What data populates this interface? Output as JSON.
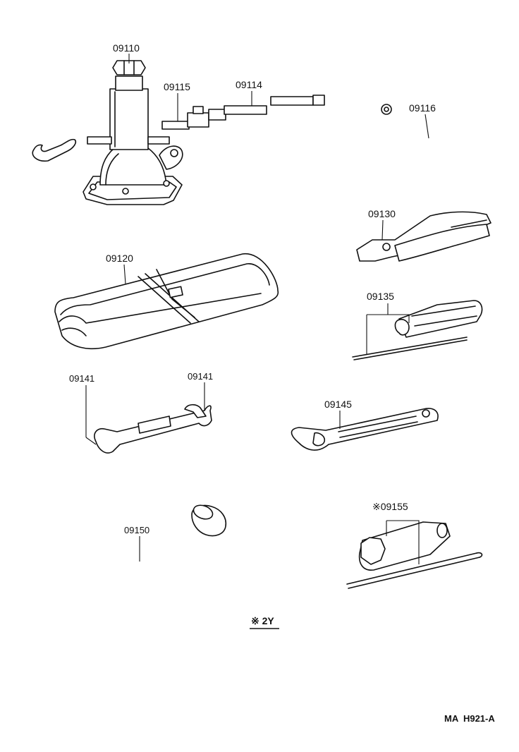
{
  "parts": [
    {
      "id": "jack",
      "label": "09110"
    },
    {
      "id": "jack-handle-rod",
      "label": "09115"
    },
    {
      "id": "jack-handle-extension",
      "label": "09114"
    },
    {
      "id": "jack-handle-bent",
      "label": "09116"
    },
    {
      "id": "pliers",
      "label": "09130"
    },
    {
      "id": "tool-bag",
      "label": "09120"
    },
    {
      "id": "screwdriver",
      "label": "09135"
    },
    {
      "id": "wrench-left",
      "label": "09141"
    },
    {
      "id": "wrench-right",
      "label": "09141"
    },
    {
      "id": "adjustable-wrench",
      "label": "09145"
    },
    {
      "id": "wheel-nut-wrench",
      "label": "09150"
    },
    {
      "id": "spark-plug-wrench",
      "label": "※09155"
    }
  ],
  "note": "※ 2Y",
  "drawing_code": "MA  H921-A"
}
